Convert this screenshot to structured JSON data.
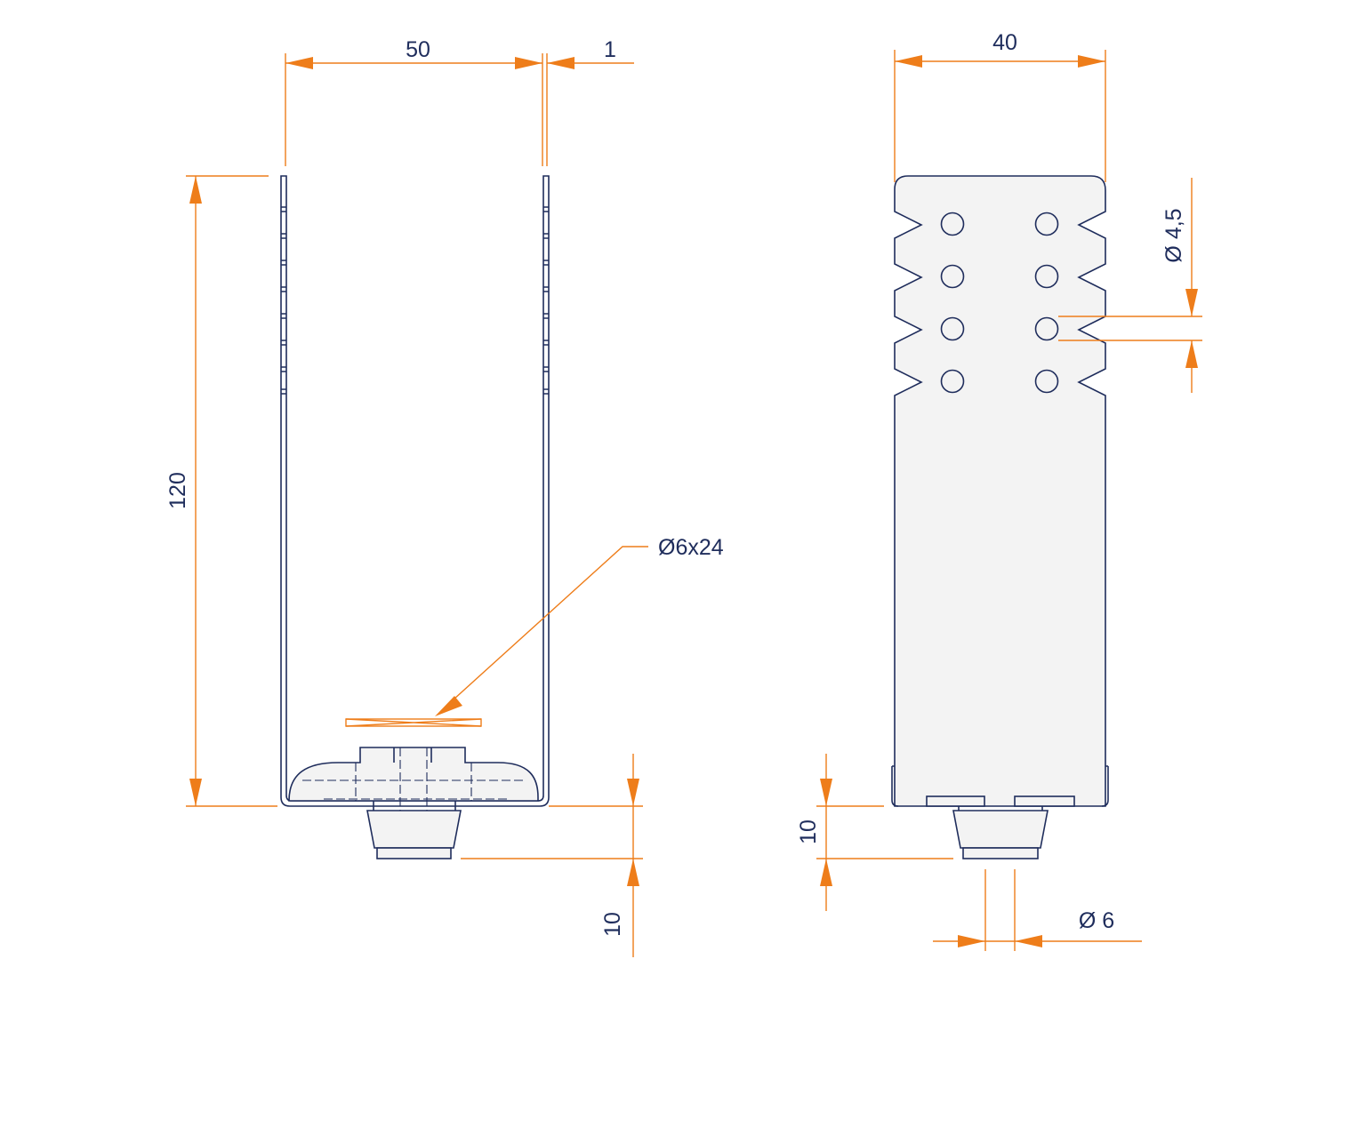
{
  "dimensions": {
    "width_left": "50",
    "thickness": "1",
    "height": "120",
    "screw": "Ø6x24",
    "foot_height_left": "10",
    "width_right": "40",
    "hole_diameter": "Ø 4,5",
    "foot_height_right": "10",
    "foot_diameter": "Ø 6"
  },
  "colors": {
    "dimension": "#ee7d1a",
    "outline": "#1f2d5c",
    "part_fill": "#f3f3f3"
  }
}
